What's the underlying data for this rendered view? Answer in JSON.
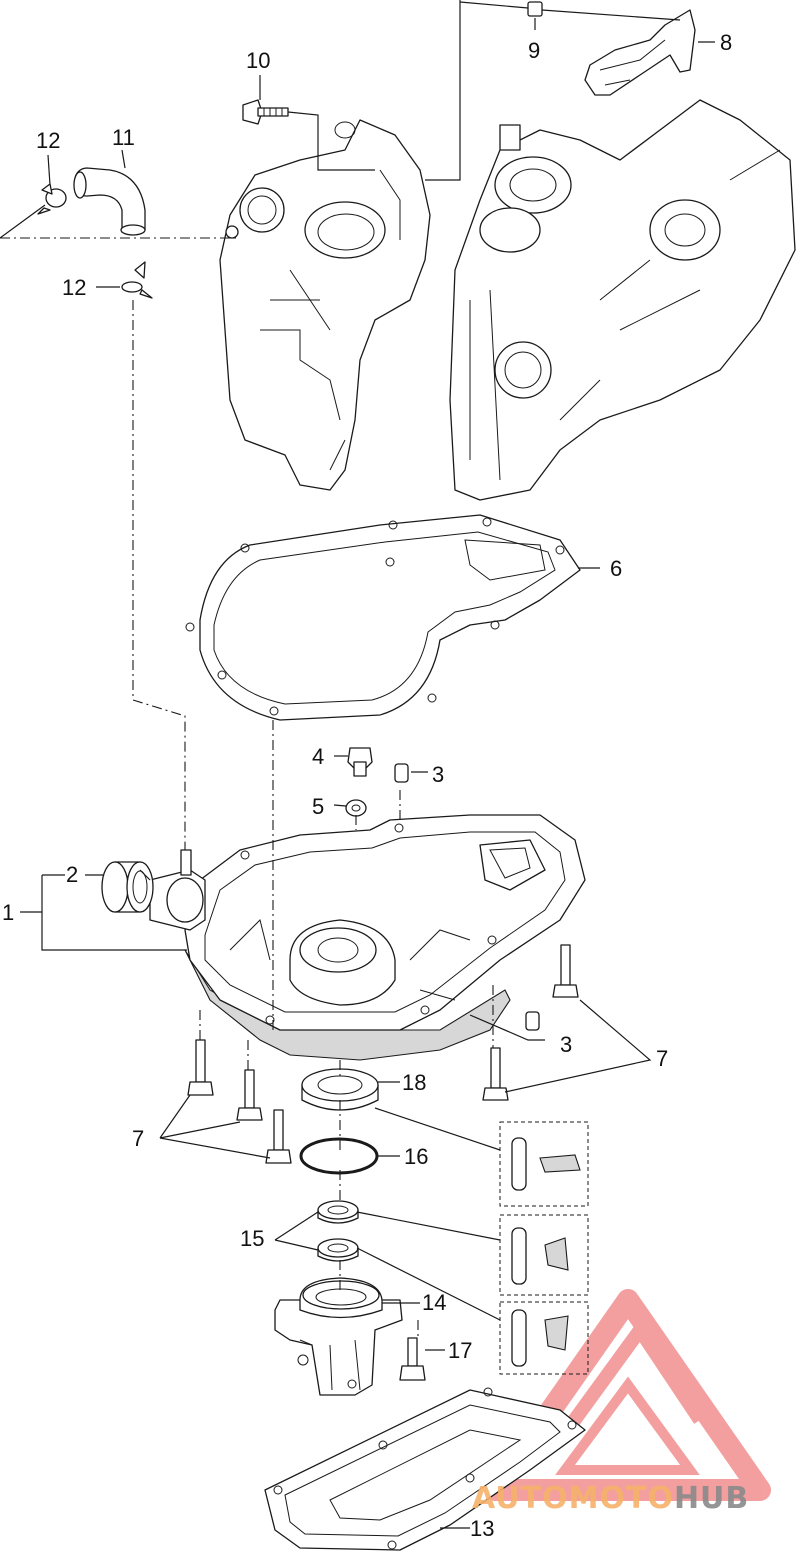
{
  "callouts": {
    "c1": "1",
    "c2": "2",
    "c3a": "3",
    "c3b": "3",
    "c4": "4",
    "c5": "5",
    "c6": "6",
    "c7a": "7",
    "c7b": "7",
    "c8": "8",
    "c9": "9",
    "c10": "10",
    "c11": "11",
    "c12a": "12",
    "c12b": "12",
    "c13": "13",
    "c14": "14",
    "c15": "15",
    "c16": "16",
    "c17": "17",
    "c18": "18"
  },
  "watermark": {
    "part1": "AUTOMOTO",
    "part2": "HUB",
    "color_orange": "#f6b26b",
    "color_gray": "#8a8a8a",
    "color_red": "#f08080"
  }
}
